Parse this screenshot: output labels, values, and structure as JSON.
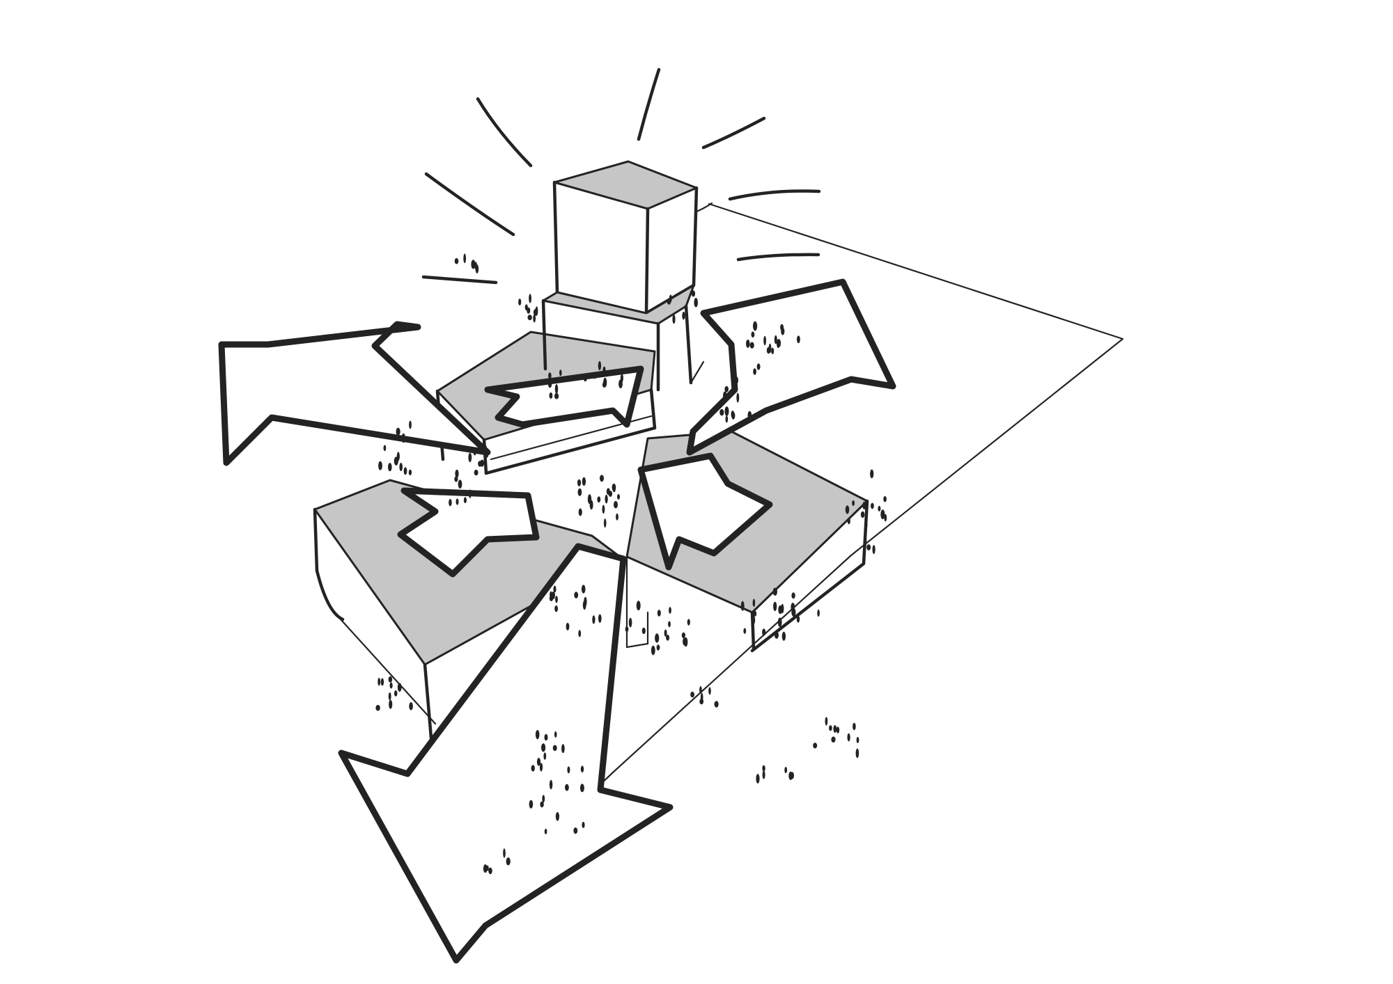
{
  "diagram": {
    "kind": "architectural-concept-sketch",
    "text_labels": [],
    "colors": {
      "ink": "#232323",
      "roof_fill": "#c6c6c6",
      "paper": "#ffffff"
    },
    "elements": {
      "tower": "central-tower",
      "radiance": "radiating-lines",
      "podium_back": "back-wing-volume",
      "podium_left": "left-wing-volume",
      "podium_right": "right-wing-volume",
      "site": "site-outline",
      "arrows": [
        "arrow-west",
        "arrow-east",
        "arrow-south",
        "arrow-courtyard-left",
        "arrow-courtyard-back",
        "arrow-courtyard-right"
      ],
      "vegetation": "tree-dots"
    }
  }
}
